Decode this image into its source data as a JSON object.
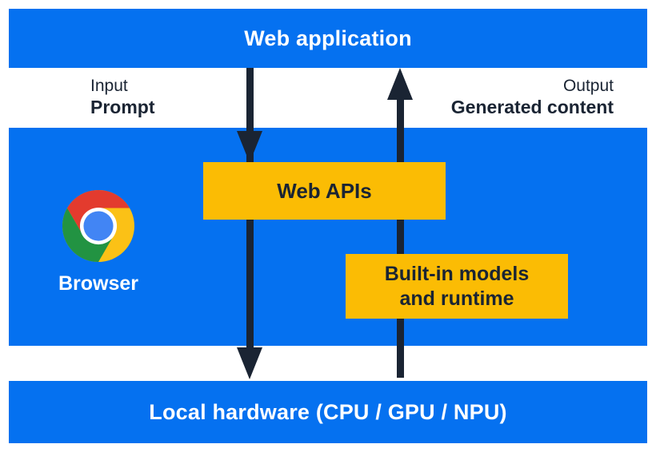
{
  "colors": {
    "blue": "#0571F0",
    "yellow": "#FBBC04",
    "navy": "#1A2433",
    "white": "#FFFFFF",
    "chrome_red": "#E33B2E",
    "chrome_green": "#229342",
    "chrome_yellow": "#FBC116",
    "chrome_blue": "#4285F4"
  },
  "diagram": {
    "web_application_label": "Web application",
    "input_caption": "Input",
    "input_value": "Prompt",
    "output_caption": "Output",
    "output_value": "Generated content",
    "browser_label": "Browser",
    "browser_logo_icon": "chrome-logo",
    "web_apis_label": "Web APIs",
    "builtin_models_line1": "Built-in models",
    "builtin_models_line2": "and runtime",
    "local_hardware_label": "Local hardware (CPU / GPU / NPU)"
  }
}
